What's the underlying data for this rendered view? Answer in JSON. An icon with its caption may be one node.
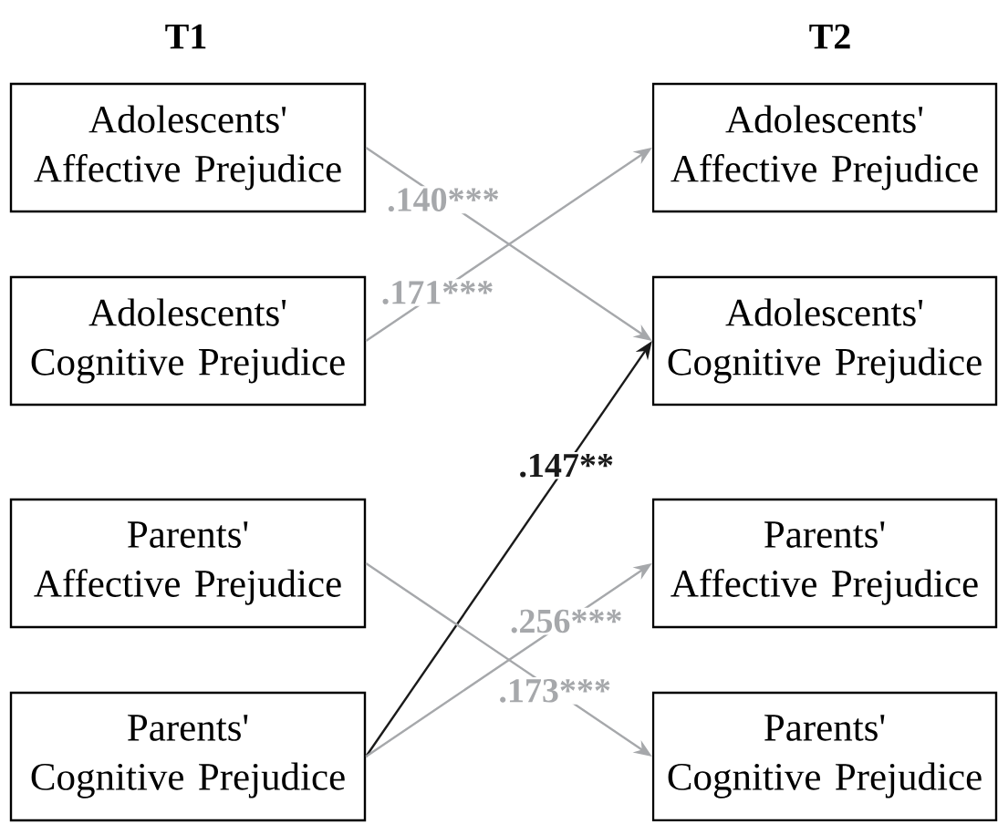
{
  "diagram": {
    "nodes": [
      {
        "text": [
          "Adolescents' Affective Prejudice"
        ]
      },
      {
        "text": [
          "Adolescents' Cognitive Prejudice"
        ]
      },
      {
        "text": [
          "Parents' Affective Prejudice"
        ]
      },
      {
        "text": [
          "Parents' Cognitive Prejudice"
        ]
      },
      {
        "text": [
          "Adolescents' Affective Prejudice"
        ]
      },
      {
        "text": [
          "Adolescents' Cognitive Prejudice"
        ]
      },
      {
        "text": [
          "Parents' Affective Prejudice"
        ]
      },
      {
        "text": [
          "Parents' Cognitive Prejudice"
        ]
      }
    ],
    "edges": [
      {
        "from": 0,
        "to": 5,
        "arrow": "to",
        "label": ".140***"
      },
      {
        "from": 1,
        "to": 4,
        "arrow": "to",
        "label": ".171***"
      },
      {
        "from": 3,
        "to": 5,
        "arrow": "to",
        "label": ".147**",
        "color": "#1a1a1a"
      },
      {
        "from": 3,
        "to": 6,
        "arrow": "to",
        "label": ".256***"
      },
      {
        "from": 2,
        "to": 7,
        "arrow": "to",
        "label": ".173***"
      }
    ],
    "labels": [
      "T1",
      "T2"
    ]
  }
}
